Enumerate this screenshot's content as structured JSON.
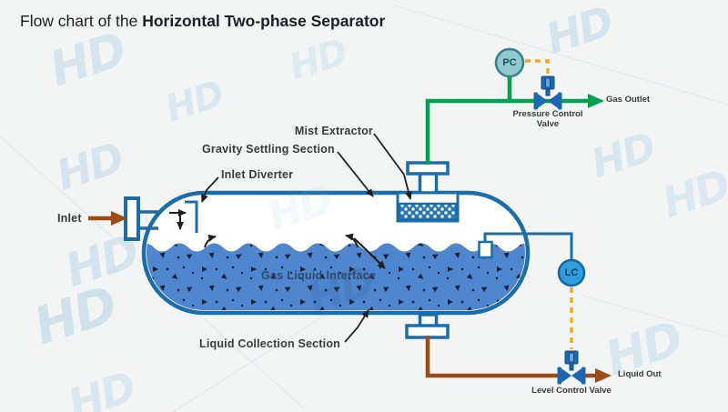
{
  "title": {
    "prefix": "Flow chart of the ",
    "emphasis": "Horizontal Two-phase Separator"
  },
  "vessel_labels": {
    "mist_extractor": "Mist Extractor",
    "gravity_settling_section": "Gravity Settling Section",
    "inlet_diverter": "Inlet Diverter",
    "gas_liquid_interface": "Gas Liquid Interface",
    "liquid_collection_section": "Liquid Collection Section"
  },
  "streams": {
    "inlet": "Inlet",
    "gas_outlet": "Gas Outlet",
    "liquid_out": "Liquid Out"
  },
  "instruments": {
    "pressure_controller": "PC",
    "level_controller": "LC",
    "pressure_control_valve": "Pressure Control Valve",
    "level_control_valve": "Level Control Valve"
  },
  "watermark": {
    "text": "HD"
  },
  "colors": {
    "background": "#f2f5f4",
    "vessel_outline": "#1a6da8",
    "liquid_fill": "#4f86cd",
    "gas_line": "#00a24f",
    "liquid_line": "#9c4d16",
    "signal_line": "#f5a623",
    "valve_fill": "#1c67b0",
    "pc_fill": "#93c9cc",
    "lc_fill": "#2f9fdc"
  }
}
